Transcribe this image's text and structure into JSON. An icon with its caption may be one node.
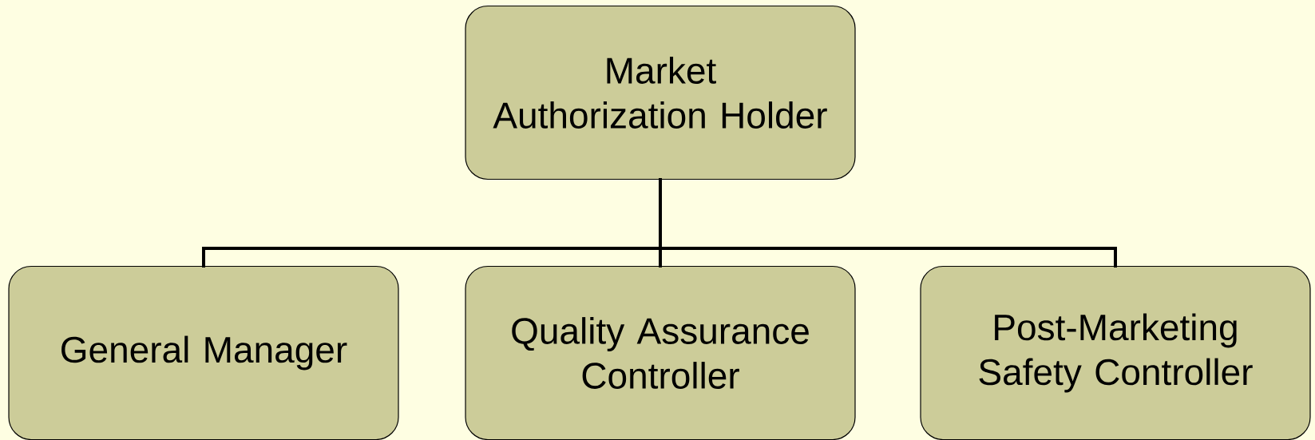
{
  "diagram": {
    "nodes": [
      {
        "text": [
          "Market Authorization Holder"
        ]
      },
      {
        "text": [
          "General Manager"
        ]
      },
      {
        "text": [
          "Quality Assurance Controller"
        ]
      },
      {
        "text": [
          "Post-Marketing Safety Controller"
        ]
      }
    ],
    "edges": [
      {
        "from": 0,
        "to": 1,
        "arrow": "none"
      },
      {
        "from": 0,
        "to": 2,
        "arrow": "none"
      },
      {
        "from": 0,
        "to": 3,
        "arrow": "none"
      }
    ]
  }
}
